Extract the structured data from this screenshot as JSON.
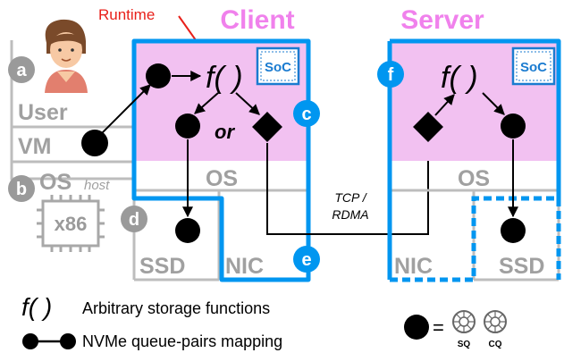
{
  "diagram": {
    "runtime_label": "Runtime",
    "client_title": "Client",
    "server_title": "Server",
    "user_label": "User",
    "vm_label": "VM",
    "os_host_label": "OS",
    "os_host_suffix": "host",
    "cpu_label": "x86",
    "soc_label": "SoC",
    "function_symbol": "f( )",
    "or_label": "or",
    "client_os_label": "OS",
    "server_os_label": "OS",
    "client_ssd_label": "SSD",
    "client_nic_label": "NIC",
    "server_nic_label": "NIC",
    "server_ssd_label": "SSD",
    "tcp_label": "TCP /",
    "rdma_label": "RDMA",
    "badges": {
      "a": "a",
      "b": "b",
      "c": "c",
      "d": "d",
      "e": "e",
      "f": "f"
    }
  },
  "legend": {
    "function_symbol": "f( )",
    "function_text": "Arbitrary storage functions",
    "mapping_text": "NVMe queue-pairs mapping",
    "equals": "=",
    "sq_label": "SQ",
    "cq_label": "CQ"
  },
  "colors": {
    "accent_blue": "#0096f0",
    "pink": "#f2c1f1",
    "title_pink": "#f081ec",
    "runtime_red": "#e8201a",
    "gray": "#a8a8a8",
    "badge_gray": "#9a9a9a"
  }
}
